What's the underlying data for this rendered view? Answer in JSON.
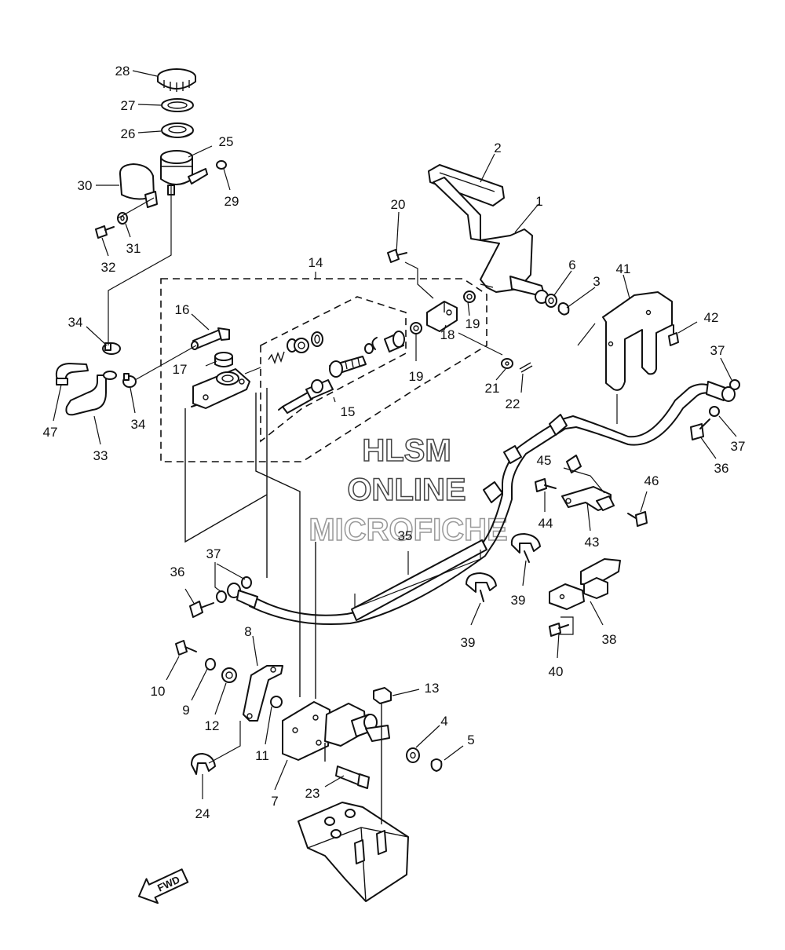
{
  "watermark": {
    "line1": "HLSM",
    "line2": "ONLINE",
    "line3": "MICROFICHE"
  },
  "fwd_label": "FWD",
  "callouts": {
    "c1": "1",
    "c2": "2",
    "c3": "3",
    "c4": "4",
    "c5": "5",
    "c6": "6",
    "c7": "7",
    "c8": "8",
    "c9": "9",
    "c10": "10",
    "c11": "11",
    "c12": "12",
    "c13": "13",
    "c14": "14",
    "c15": "15",
    "c16": "16",
    "c17": "17",
    "c18": "18",
    "c19a": "19",
    "c19b": "19",
    "c20": "20",
    "c21": "21",
    "c22": "22",
    "c23": "23",
    "c24": "24",
    "c25": "25",
    "c26": "26",
    "c27": "27",
    "c28": "28",
    "c29": "29",
    "c30": "30",
    "c31": "31",
    "c32": "32",
    "c33": "33",
    "c34a": "34",
    "c34b": "34",
    "c35": "35",
    "c36a": "36",
    "c36b": "36",
    "c37a": "37",
    "c37b": "37",
    "c37c": "37",
    "c38": "38",
    "c39a": "39",
    "c39b": "39",
    "c40": "40",
    "c41": "41",
    "c42": "42",
    "c43": "43",
    "c44": "44",
    "c45": "45",
    "c46": "46",
    "c47": "47"
  }
}
